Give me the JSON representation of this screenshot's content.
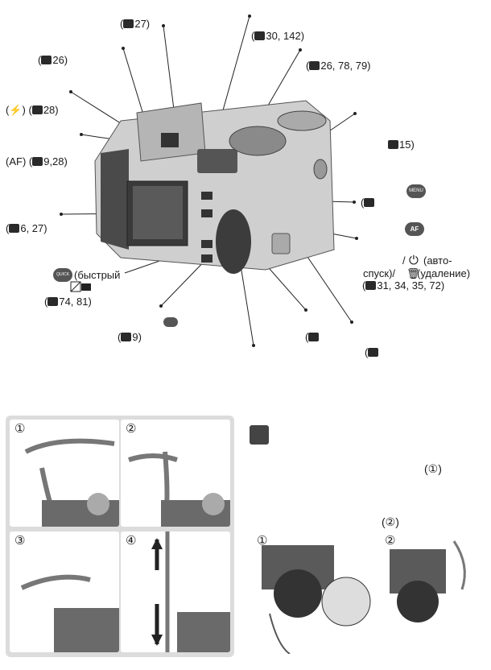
{
  "top_labels": {
    "ref_27": "27)",
    "ref_26": "26)",
    "ref_30_142": "30, 142)",
    "ref_26_78_79": "26, 78, 79)",
    "flash_ref": "28)",
    "flash_prefix": "(",
    "flash_symbol": "⚡",
    "flash_mid": ") (",
    "af_ref": "9,28)",
    "af_prefix": "(AF) (",
    "ref_15": "15)",
    "ref_6_27": "6, 27)",
    "open_paren": "(",
    "quick_text": "(быстрый",
    "ref_74_81": "74, 81)",
    "self_timer_1": "(авто-",
    "self_timer_2": "спуск)/",
    "delete_text": "(удаление)",
    "ref_31_34_35_72": "31, 34, 35, 72)",
    "ref_9": "9)",
    "menu_btn": "MENU",
    "af_btn": "AF",
    "quick_btn": "QUICK",
    "slash": "/"
  },
  "strap_panels": [
    {
      "num": "①"
    },
    {
      "num": "②"
    },
    {
      "num": "③"
    },
    {
      "num": "④"
    }
  ],
  "lens_section": {
    "circled_1_a": "(①)",
    "circled_2_a": "(②)",
    "circled_1_b": "①",
    "circled_2_b": "②"
  }
}
